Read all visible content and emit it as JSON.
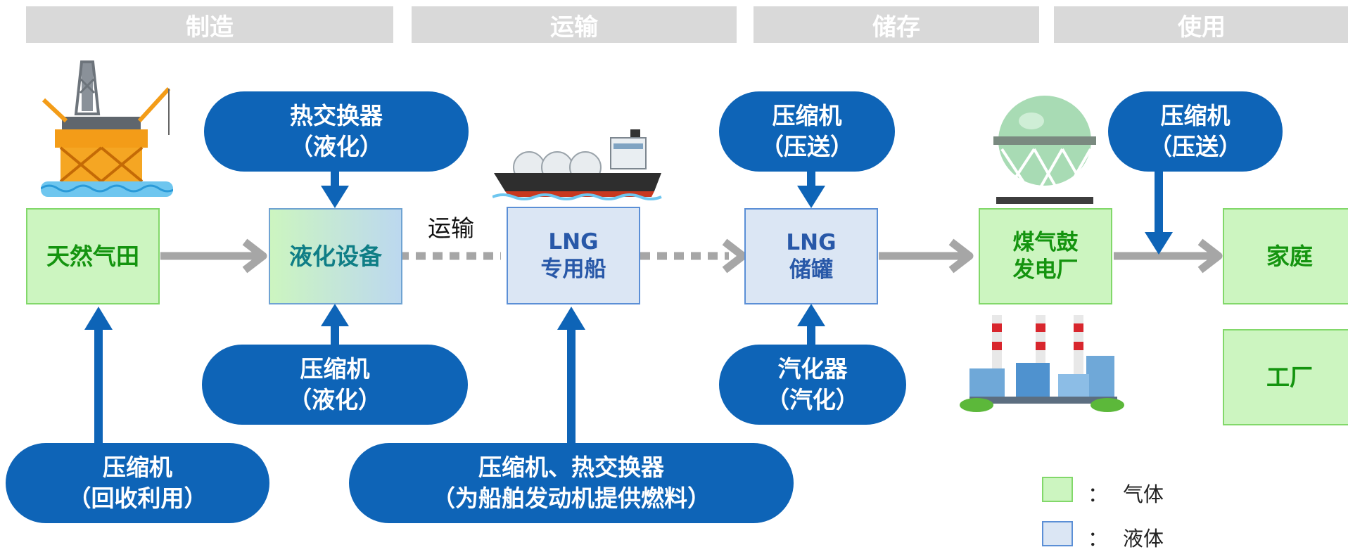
{
  "phases": {
    "manufacture": "制造",
    "transport": "运输",
    "storage": "储存",
    "use": "使用"
  },
  "nodes": {
    "gas_field": "天然气田",
    "liquefaction": "液化设备",
    "lng_ship_l1": "LNG",
    "lng_ship_l2": "专用船",
    "lng_tank_l1": "LNG",
    "lng_tank_l2": "储罐",
    "power_l1": "煤气鼓",
    "power_l2": "发电厂",
    "home": "家庭",
    "factory": "工厂"
  },
  "pills": {
    "heat_exchanger_l1": "热交换器",
    "heat_exchanger_l2": "（液化）",
    "compressor_liq_l1": "压缩机",
    "compressor_liq_l2": "（液化）",
    "compressor_recover_l1": "压缩机",
    "compressor_recover_l2": "（回收利用）",
    "ship_fuel_l1": "压缩机、热交换器",
    "ship_fuel_l2": "（为船舶发动机提供燃料）",
    "compressor_tank_l1": "压缩机",
    "compressor_tank_l2": "（压送）",
    "vaporizer_l1": "汽化器",
    "vaporizer_l2": "（汽化）",
    "compressor_power_l1": "压缩机",
    "compressor_power_l2": "（压送）"
  },
  "transport_label": "运输",
  "legend": [
    {
      "sep": "：",
      "label": "气体",
      "color": "#ccf5c0"
    },
    {
      "sep": "：",
      "label": "液体",
      "color": "#dbe6f4"
    }
  ],
  "colors": {
    "pill": "#0e64b7",
    "gas": "#ccf5c0",
    "liquid": "#dbe6f4",
    "flow_arrow": "#a6a6a6",
    "phase_bar": "#d9d9d9"
  }
}
